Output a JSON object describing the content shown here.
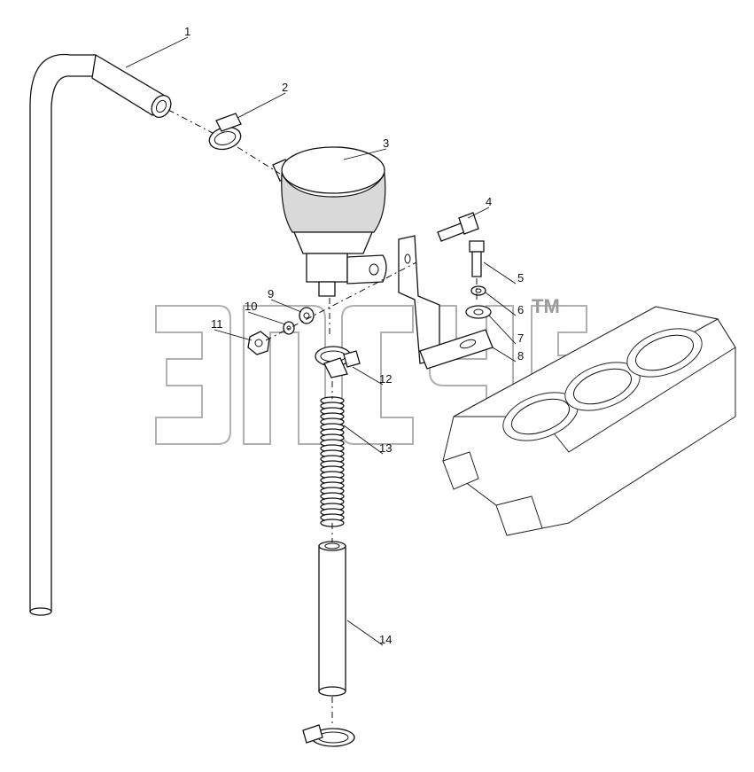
{
  "diagram": {
    "callouts": [
      {
        "num": "1"
      },
      {
        "num": "2"
      },
      {
        "num": "3"
      },
      {
        "num": "4"
      },
      {
        "num": "5"
      },
      {
        "num": "6"
      },
      {
        "num": "7"
      },
      {
        "num": "8"
      },
      {
        "num": "9"
      },
      {
        "num": "10"
      },
      {
        "num": "11"
      },
      {
        "num": "12"
      },
      {
        "num": "13"
      },
      {
        "num": "14"
      }
    ],
    "watermark": {
      "trademark": "TM",
      "color": "#9a9a9a"
    }
  }
}
